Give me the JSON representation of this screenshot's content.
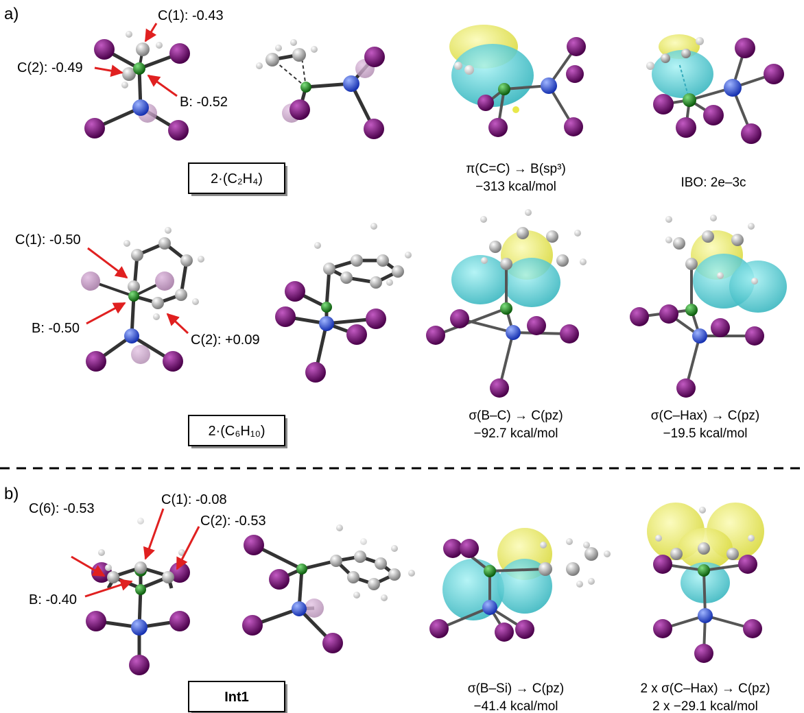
{
  "colors": {
    "carbon": "#d8d8d8",
    "hydrogen": "#ffffff",
    "boron": "#1f8a1f",
    "nitrogen": "#2a4fe0",
    "iodine": "#7a0a7a",
    "orbital_pos": "#40c8d0",
    "orbital_neg": "#e8e84a",
    "arrow": "#e02020"
  },
  "panel_a": {
    "label": "a)",
    "row1": {
      "molecule_box": "2·(C₂H₄)",
      "annotations": {
        "c1": "C(1): -0.43",
        "c2": "C(2): -0.49",
        "b": "B: -0.52"
      },
      "orbital1_caption": "π(C=C) → B(sp³)",
      "orbital1_energy": "−313 kcal/mol",
      "orbital2_caption": "IBO: 2e–3c"
    },
    "row2": {
      "molecule_box": "2·(C₆H₁₀)",
      "annotations": {
        "c1": "C(1): -0.50",
        "b": "B: -0.50",
        "c2": "C(2): +0.09"
      },
      "orbital1_caption": "σ(B–C) → C(pz)",
      "orbital1_energy": "−92.7 kcal/mol",
      "orbital2_caption": "σ(C–Hax) → C(pz)",
      "orbital2_energy": "−19.5 kcal/mol"
    }
  },
  "panel_b": {
    "label": "b)",
    "molecule_box": "Int1",
    "annotations": {
      "c6": "C(6): -0.53",
      "c1": "C(1): -0.08",
      "c2": "C(2): -0.53",
      "b": "B: -0.40"
    },
    "orbital1_caption": "σ(B–Si) → C(pz)",
    "orbital1_energy": "−41.4 kcal/mol",
    "orbital2_caption": "2 x σ(C–Hax) → C(pz)",
    "orbital2_energy": "2 x −29.1 kcal/mol"
  }
}
